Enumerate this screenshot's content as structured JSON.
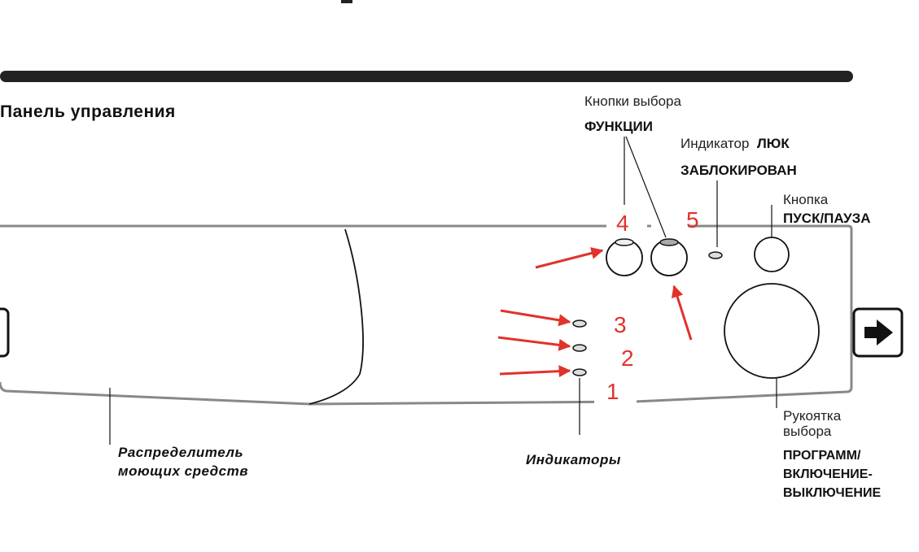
{
  "title": "Панель управления",
  "labels": {
    "function_buttons_line1": "Кнопки выбора",
    "function_buttons_line2": "ФУНКЦИИ",
    "door_indicator_normal": "Индикатор",
    "door_indicator_bold": "ЛЮК",
    "door_indicator_line2": "ЗАБЛОКИРОВАН",
    "start_button_line1": "Кнопка",
    "start_button_line2": "ПУСК/ПАУЗА",
    "dispenser_line1": "Распределитель",
    "dispenser_line2": "моющих средств",
    "indicators": "Индикаторы",
    "knob_line1": "Рукоятка",
    "knob_line2": "выбора",
    "knob_line3": "ПРОГРАММ/",
    "knob_line4": "ВКЛЮЧЕНИЕ-",
    "knob_line5": "ВЫКЛЮЧЕНИЕ"
  },
  "markers": [
    "1",
    "2",
    "3",
    "4",
    "5"
  ],
  "colors": {
    "annotation": "#e0332b",
    "line": "#222222",
    "panel": "#888888"
  },
  "icons": {
    "nav_right": "arrow-right-icon",
    "nav_left": "arrow-left-icon"
  }
}
